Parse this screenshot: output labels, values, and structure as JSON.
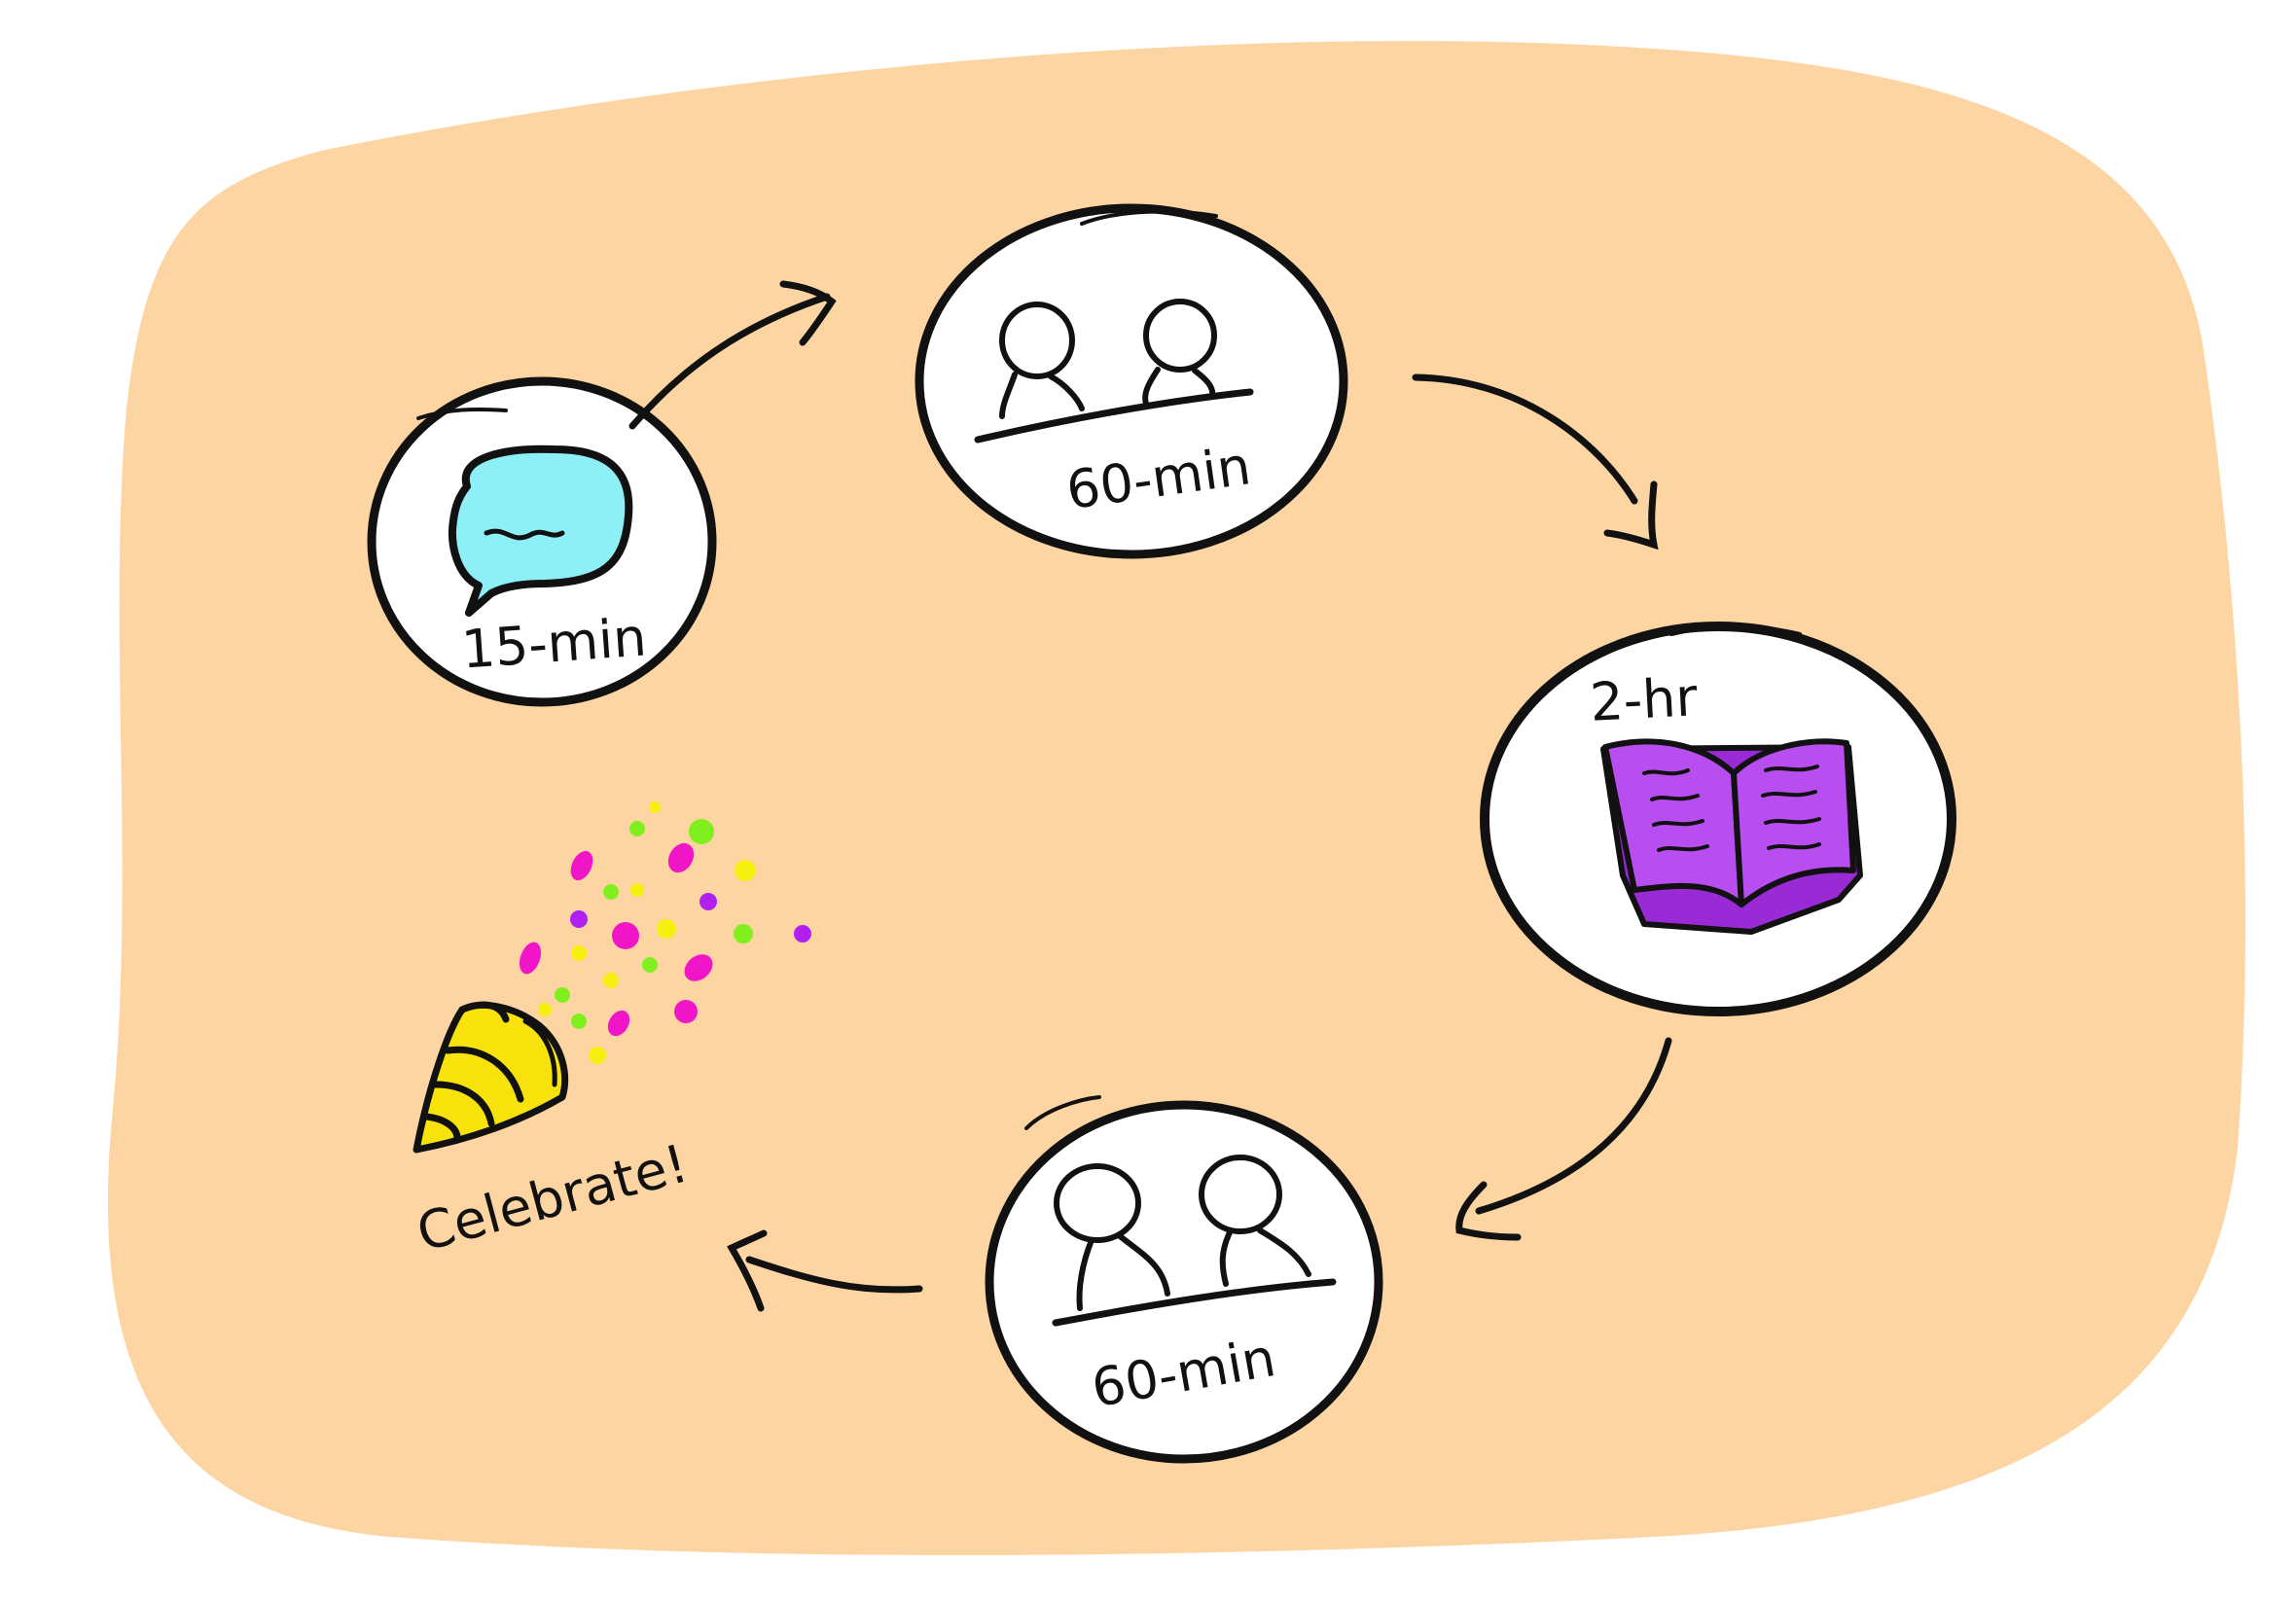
{
  "diagram": {
    "steps": [
      {
        "label": "15-min",
        "icon": "speech-bubble-icon"
      },
      {
        "label": "60-min",
        "icon": "two-people-icon"
      },
      {
        "label": "2-hr",
        "icon": "open-book-icon"
      },
      {
        "label": "60-min",
        "icon": "two-people-icon"
      }
    ],
    "final": {
      "label": "Celebrate!",
      "icon": "party-popper-icon"
    }
  },
  "colors": {
    "background_blob": "#fdd5a3",
    "circle_fill": "#ffffff",
    "ink": "#111111",
    "speech_bubble": "#8ef0f7",
    "book": "#b84df0",
    "popper": "#f7e30b",
    "confetti_pink": "#f016c8",
    "confetti_green": "#7ff01e",
    "confetti_yellow": "#f5f00f",
    "confetti_purple": "#b020f0"
  }
}
